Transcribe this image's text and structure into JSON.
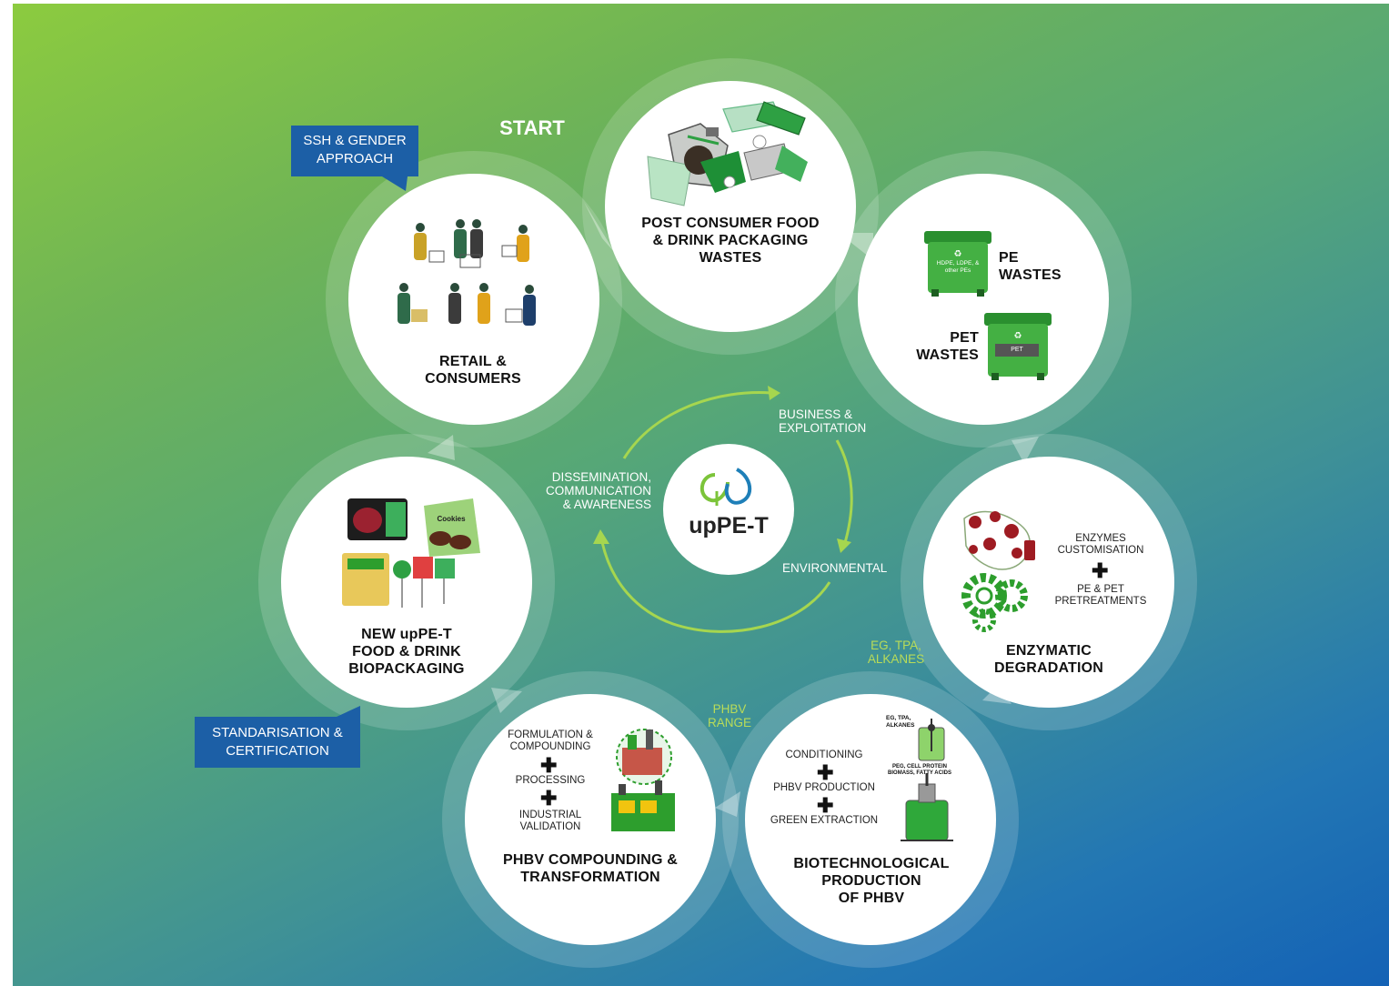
{
  "start_label": "START",
  "tags": {
    "ssh": "SSH & GENDER\nAPPROACH",
    "standardisation": "STANDARISATION &\nCERTIFICATION"
  },
  "nodes": {
    "post_consumer": "POST CONSUMER FOOD\n& DRINK PACKAGING\nWASTES",
    "pe_wastes": "PE\nWASTES",
    "pet_wastes": "PET\nWASTES",
    "bin_pe_label": "HDPE, LDPE, &\nother PEs",
    "bin_pet_label": "PET",
    "enzymatic": "ENZYMATIC\nDEGRADATION",
    "enzymes_customisation": "ENZYMES\nCUSTOMISATION",
    "pe_pet_pretreatments": "PE & PET\nPRETREATMENTS",
    "biotech": "BIOTECHNOLOGICAL\nPRODUCTION\nOF PHBV",
    "conditioning": "CONDITIONING",
    "phbv_production": "PHBV PRODUCTION",
    "green_extraction": "GREEN EXTRACTION",
    "reactor_in": "EG, TPA,\nALKANES",
    "reactor_out": "PEG, CELL PROTEIN\nBIOMASS, FATTY ACIDS",
    "compounding": "PHBV COMPOUNDING &\nTRANSFORMATION",
    "formulation": "FORMULATION &\nCOMPOUNDING",
    "processing": "PROCESSING",
    "industrial_validation": "INDUSTRIAL\nVALIDATION",
    "new_biopackaging": "NEW upPE-T\nFOOD & DRINK\nBIOPACKAGING",
    "cookies_label": "Cookies",
    "retail": "RETAIL &\nCONSUMERS"
  },
  "plus_symbol": "✚",
  "flows": {
    "eg_tpa": "EG, TPA,\nALKANES",
    "phbv_range": "PHBV\nRANGE"
  },
  "center": {
    "logo_text": "upPE-T",
    "business": "BUSINESS &\nEXPLOITATION",
    "environmental": "ENVIRONMENTAL",
    "dissemination": "DISSEMINATION,\nCOMMUNICATION\n& AWARENESS"
  },
  "colors": {
    "bg_top_left": "#8ccb3f",
    "bg_bottom_right": "#1462b5",
    "accent_green": "#b9dc58",
    "bin_green": "#3aa83a",
    "tag_blue": "#1c5fa6",
    "enzyme_red": "#9e1b22"
  }
}
